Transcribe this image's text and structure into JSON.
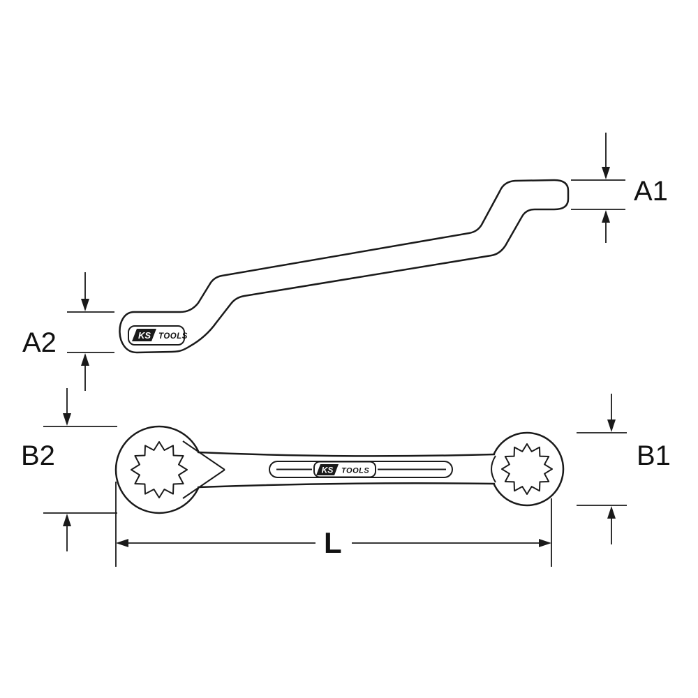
{
  "drawing": {
    "brand": {
      "ks": "KS",
      "tools": "TOOLS"
    },
    "dimensions": {
      "a1": "A1",
      "a2": "A2",
      "b1": "B1",
      "b2": "B2",
      "length": "L"
    },
    "colors": {
      "line": "#1a1a1a",
      "background": "#ffffff"
    }
  }
}
